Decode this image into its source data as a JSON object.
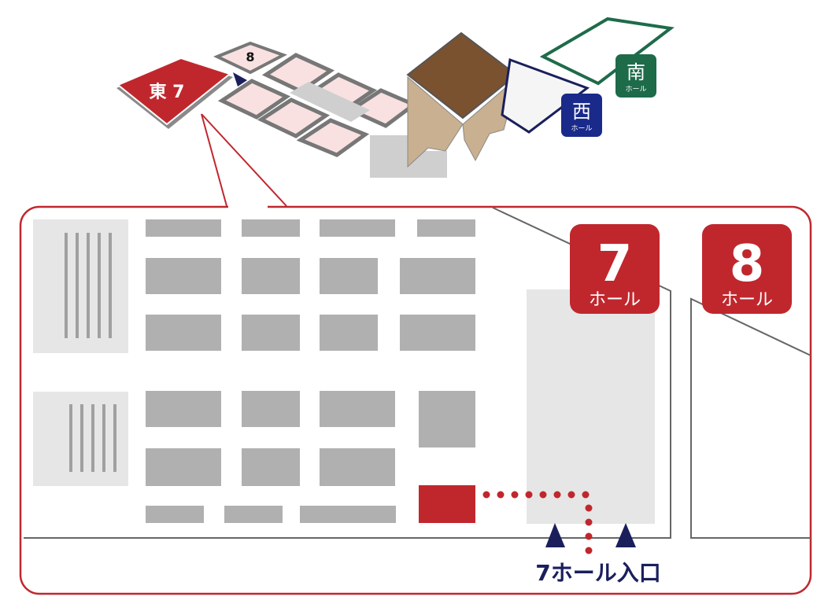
{
  "overview": {
    "east7_label": "東 7",
    "hall8_label": "8",
    "west_label": "西",
    "west_sub": "ホール",
    "south_label": "南",
    "south_sub": "ホール"
  },
  "detail": {
    "hall7_number": "7",
    "hall7_sub": "ホール",
    "hall8_number": "8",
    "hall8_sub": "ホール",
    "entrance_label": "7ホール入口"
  },
  "colors": {
    "highlight_red": "#c0272d",
    "navy": "#1a1f5c",
    "south_green": "#1e6b4a",
    "block_gray": "#b0b0b0",
    "tower_brown": "#7a5230"
  }
}
